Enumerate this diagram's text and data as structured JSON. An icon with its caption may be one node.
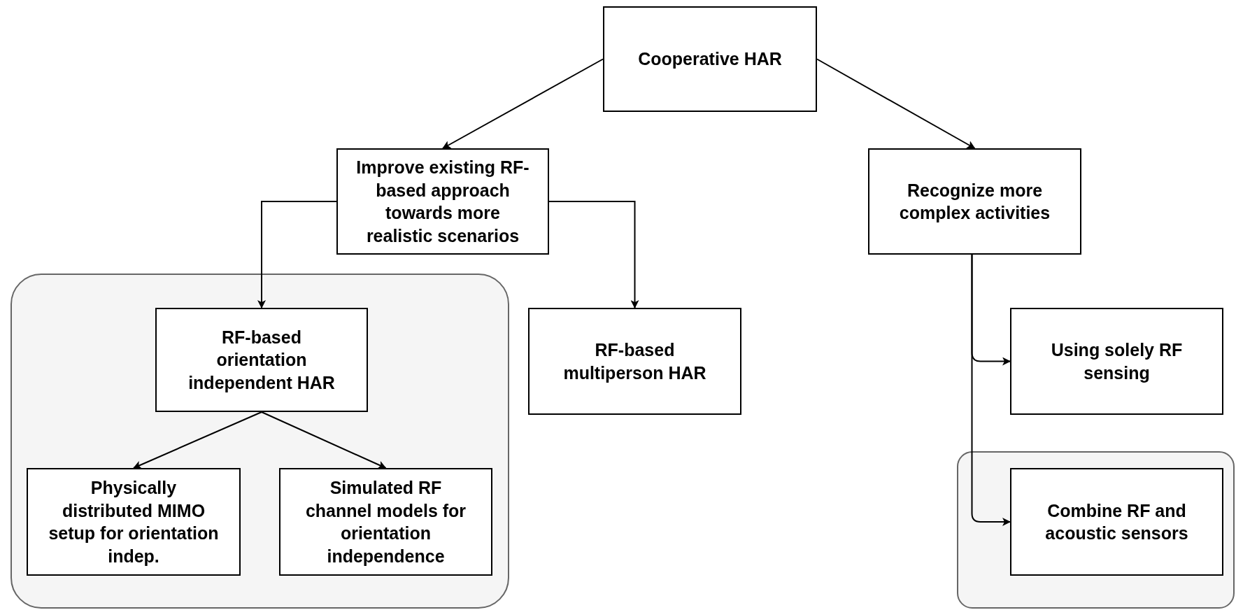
{
  "diagram": {
    "nodes": [
      {
        "text": [
          "Cooperative HAR"
        ]
      },
      {
        "text": [
          "Improve existing RF-based approach towards more realistic scenarios"
        ]
      },
      {
        "text": [
          "Recognize more complex activities"
        ]
      },
      {
        "text": [],
        "shape": "box"
      },
      {
        "text": [
          "RF-based orientation independent HAR"
        ],
        "in": 3
      },
      {
        "text": [
          "Physically distributed MIMO setup for orientation indep."
        ],
        "in": 3
      },
      {
        "text": [
          "Simulated RF channel models for orientation independence"
        ],
        "in": 3
      },
      {
        "text": [
          "RF-based multiperson HAR"
        ]
      },
      {
        "text": [
          "Using solely RF sensing"
        ]
      },
      {
        "text": [],
        "shape": "box"
      },
      {
        "text": [
          "Combine RF and acoustic sensors"
        ],
        "in": 9
      }
    ],
    "edges": [
      {
        "from": 0,
        "to": 1,
        "arrow": "to"
      },
      {
        "from": 0,
        "to": 2,
        "arrow": "to"
      },
      {
        "from": 1,
        "to": 4,
        "arrow": "to"
      },
      {
        "from": 1,
        "to": 7,
        "arrow": "to"
      },
      {
        "from": 4,
        "to": 5,
        "arrow": "to"
      },
      {
        "from": 4,
        "to": 6,
        "arrow": "to"
      },
      {
        "from": 2,
        "to": 8,
        "arrow": "to"
      },
      {
        "from": 2,
        "to": 10,
        "arrow": "to"
      }
    ]
  }
}
